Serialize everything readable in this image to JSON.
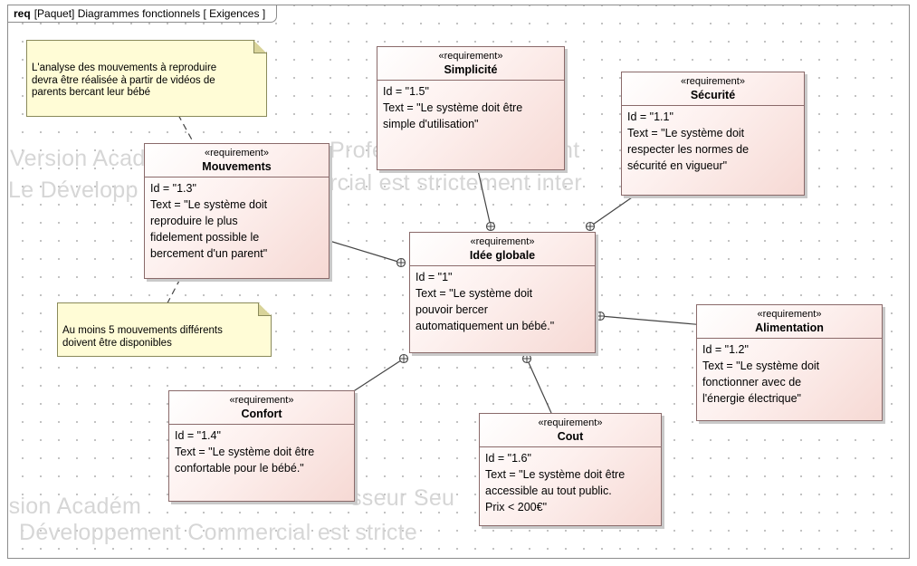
{
  "frame": {
    "kind": "req",
    "label": "[Paquet] Diagrammes fonctionnels [ Exigences ]"
  },
  "watermarks": [
    "Version Acad",
    "Profe",
    "nt",
    "Le Développ",
    "rcial est strictement inter",
    "rsion Académ",
    "sseur Seu",
    "Développement Commercial est stricte"
  ],
  "requirements": {
    "simplicite": {
      "stereotype": "«requirement»",
      "name": "Simplicité",
      "id_line": "Id = \"1.5\"",
      "text_lines": [
        "Text = \"Le système doit être",
        "simple d'utilisation\""
      ]
    },
    "securite": {
      "stereotype": "«requirement»",
      "name": "Sécurité",
      "id_line": "Id = \"1.1\"",
      "text_lines": [
        "Text = \"Le système doit",
        "respecter les normes de",
        "sécurité en vigueur\""
      ]
    },
    "mouvements": {
      "stereotype": "«requirement»",
      "name": "Mouvements",
      "id_line": "Id = \"1.3\"",
      "text_lines": [
        "Text = \"Le système doit",
        "reproduire le plus",
        "fidelement possible le",
        "bercement d'un parent\""
      ]
    },
    "idee": {
      "stereotype": "«requirement»",
      "name": "Idée globale",
      "id_line": "Id = \"1\"",
      "text_lines": [
        "Text = \"Le système doit",
        "pouvoir bercer",
        "automatiquement un bébé.\""
      ]
    },
    "alimentation": {
      "stereotype": "«requirement»",
      "name": "Alimentation",
      "id_line": "Id = \"1.2\"",
      "text_lines": [
        "Text = \"Le système doit",
        "fonctionner avec de",
        "l'énergie électrique\""
      ]
    },
    "confort": {
      "stereotype": "«requirement»",
      "name": "Confort",
      "id_line": "Id = \"1.4\"",
      "text_lines": [
        "Text = \"Le système doit être",
        "confortable pour le bébé.\""
      ]
    },
    "cout": {
      "stereotype": "«requirement»",
      "name": "Cout",
      "id_line": "Id = \"1.6\"",
      "text_lines": [
        "Text = \"Le système doit être",
        "accessible au tout public.",
        "Prix < 200€\""
      ]
    }
  },
  "notes": {
    "analyse": {
      "lines": [
        "L'analyse des mouvements à reproduire",
        "devra être réalisée à partir de vidéos de",
        "parents bercant leur bébé"
      ]
    },
    "mouvements_min": {
      "lines": [
        "Au moins 5 mouvements différents",
        "doivent être disponibles"
      ]
    }
  },
  "colors": {
    "requirement_fill": "#f6d9d4",
    "requirement_border": "#8a6a6a",
    "note_fill": "#fffcd6",
    "line": "#444444"
  }
}
